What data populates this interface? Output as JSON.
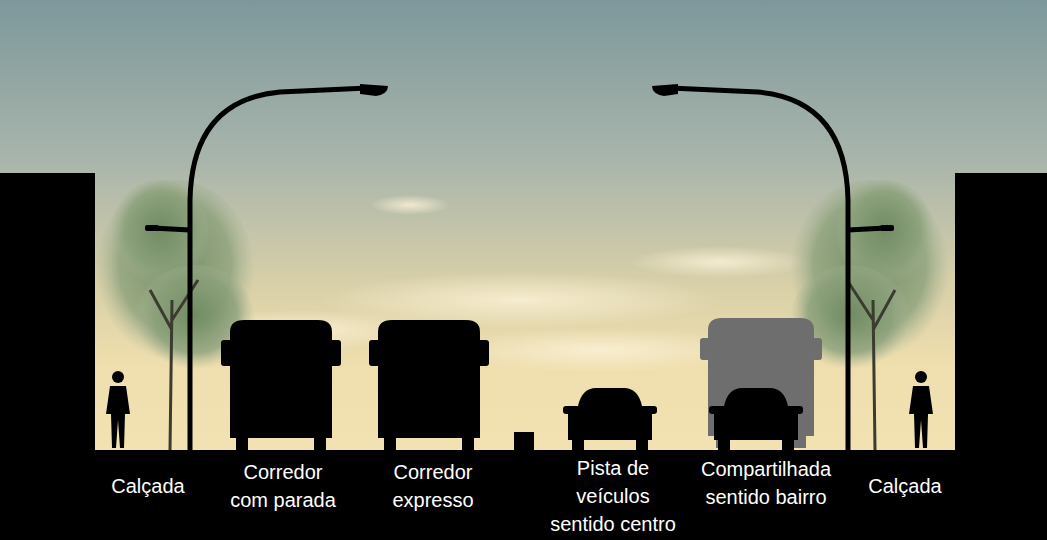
{
  "diagram": {
    "labels": [
      "Calçada",
      "Corredor com parada",
      "Corredor expresso",
      "Pista de veículos sentido centro",
      "Compartilhada sentido bairro",
      "Calçada"
    ]
  }
}
